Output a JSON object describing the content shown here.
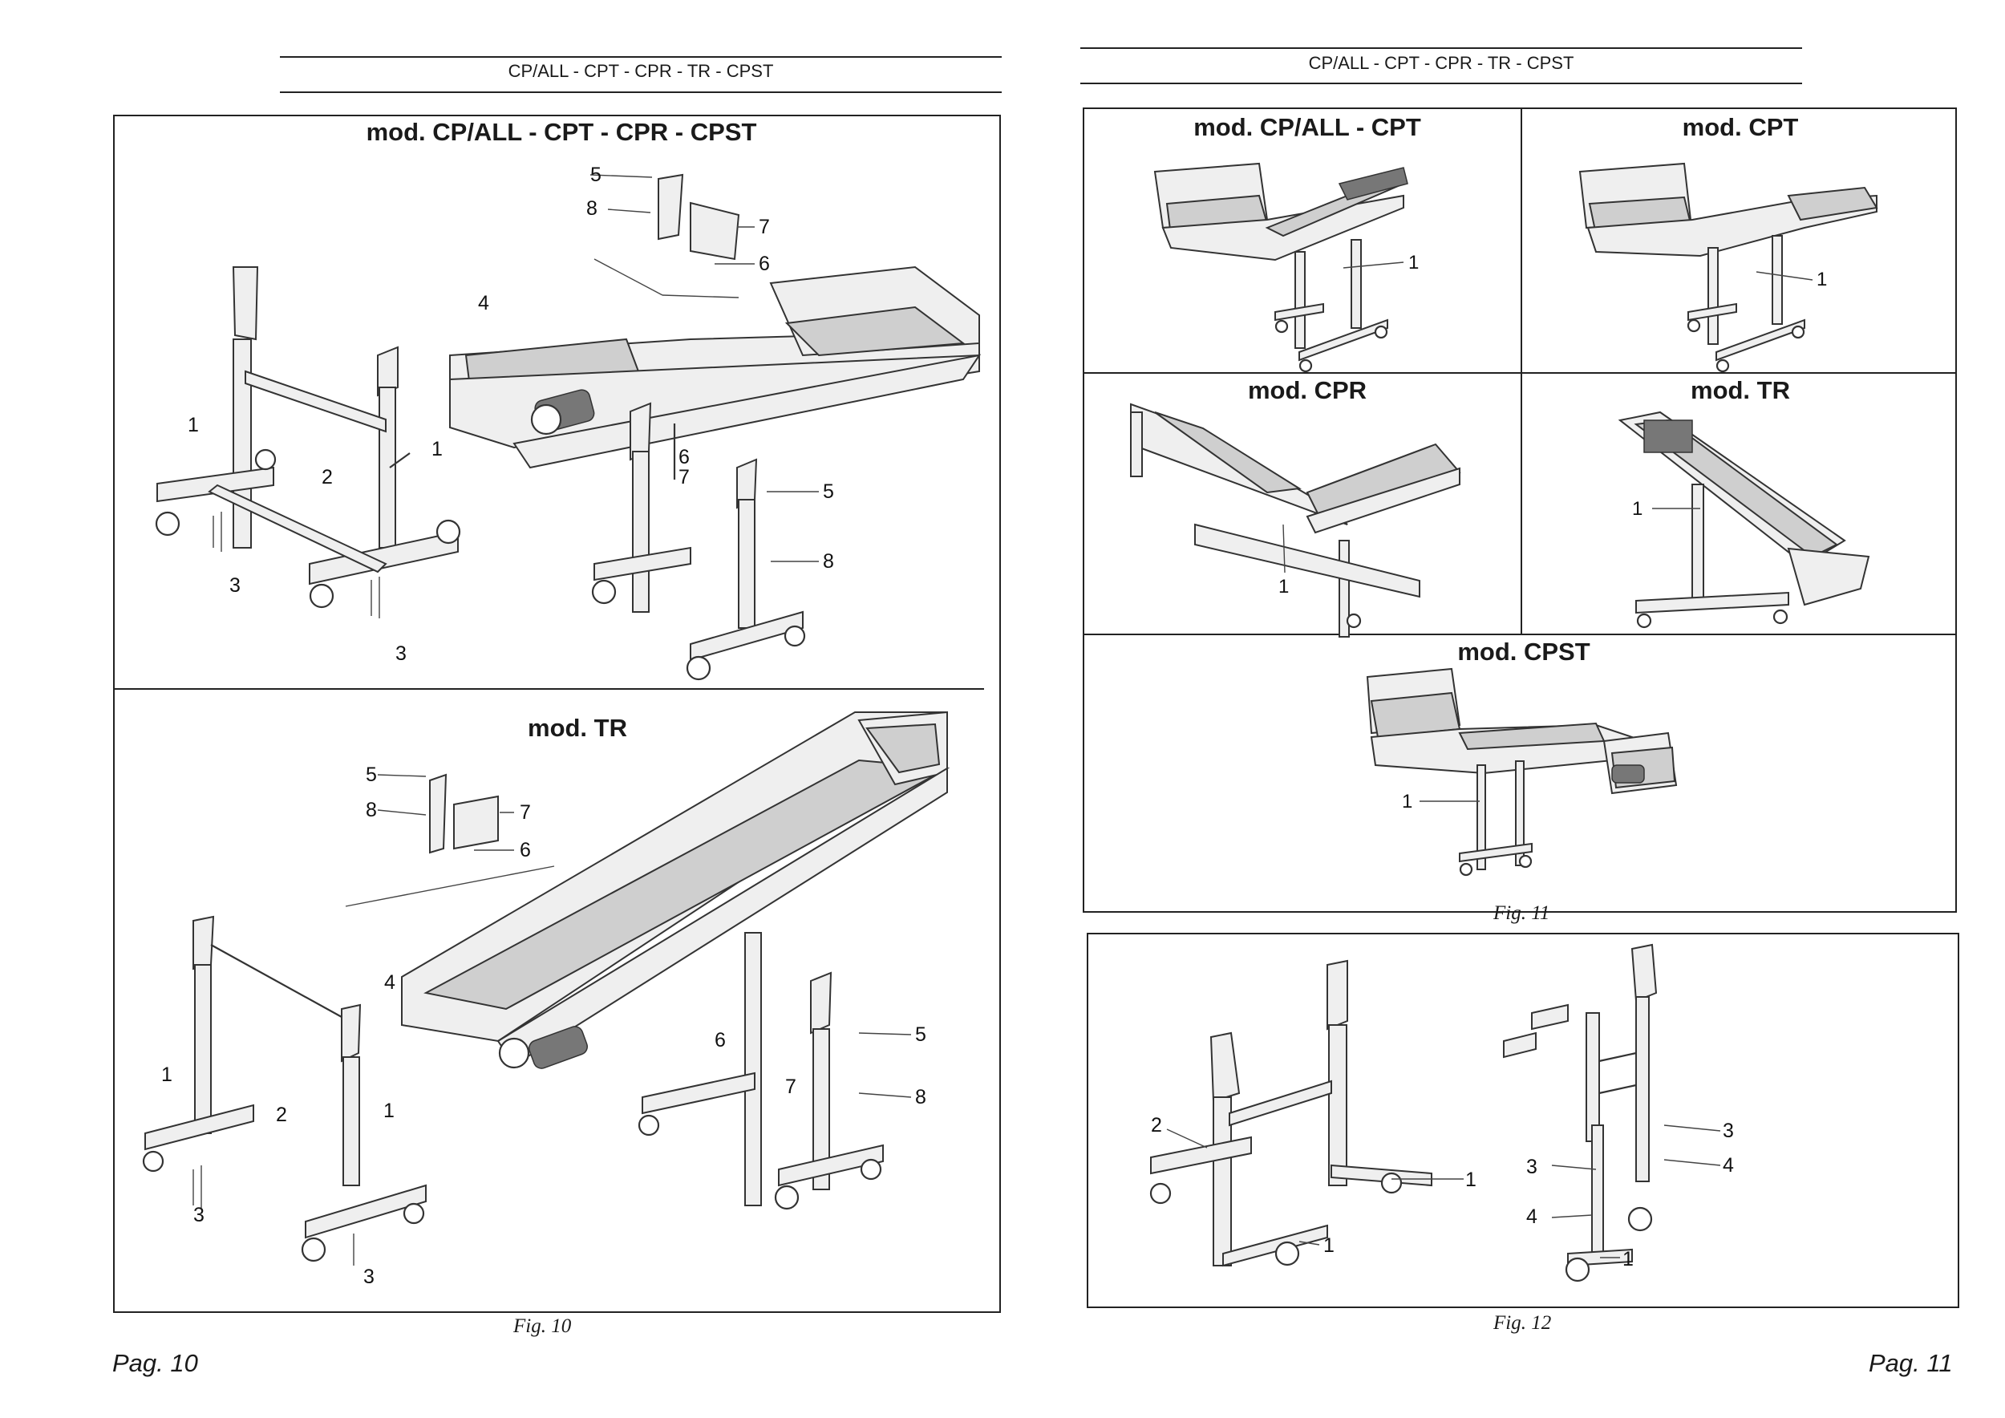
{
  "left_page": {
    "header": "CP/ALL - CPT - CPR - TR - CPST",
    "top_panel_title": "mod. CP/ALL - CPT - CPR - CPST",
    "bottom_panel_title": "mod. TR",
    "caption": "Fig. 10",
    "page_number": "Pag. 10",
    "callouts": [
      "1",
      "2",
      "3",
      "4",
      "5",
      "6",
      "7",
      "8"
    ]
  },
  "right_page": {
    "header": "CP/ALL - CPT - CPR - TR - CPST",
    "fig11": {
      "titles": [
        "mod. CP/ALL - CPT",
        "mod. CPT",
        "mod. CPR",
        "mod. TR",
        "mod. CPST"
      ],
      "caption": "Fig. 11",
      "callout": "1"
    },
    "fig12": {
      "caption": "Fig. 12",
      "callouts": [
        "1",
        "2",
        "3",
        "4"
      ]
    },
    "page_number": "Pag. 11"
  }
}
